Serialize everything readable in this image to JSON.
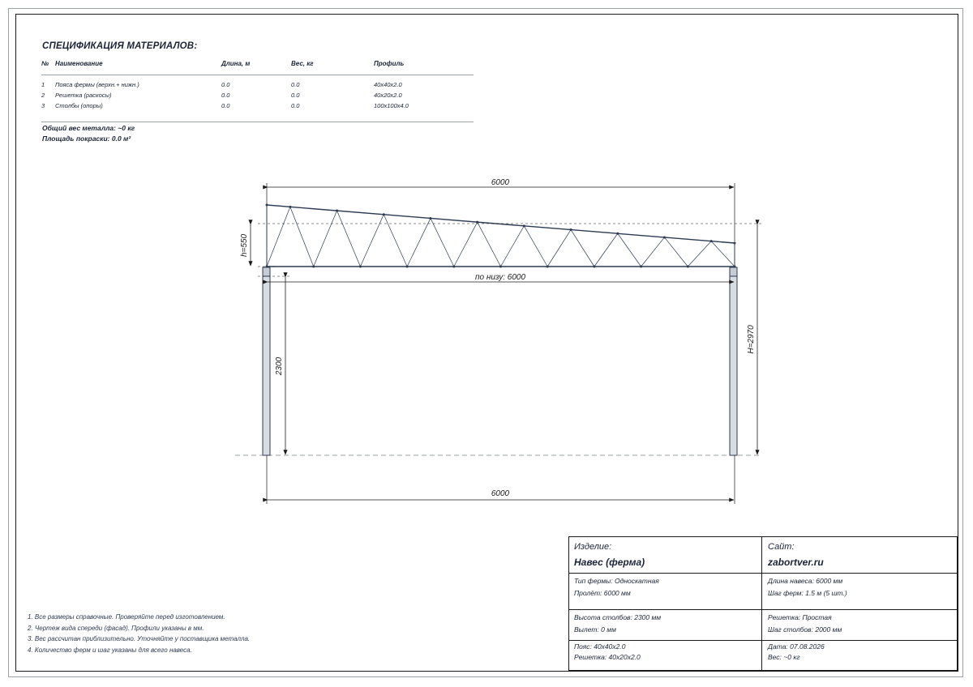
{
  "spec": {
    "title": "СПЕЦИФИКАЦИЯ МАТЕРИАЛОВ:",
    "headers": {
      "no": "№",
      "name": "Наименование",
      "length": "Длина, м",
      "weight": "Вес, кг",
      "profile": "Профиль"
    },
    "rows": [
      {
        "no": "1",
        "name": "Пояса фермы (верхн.+ нижн.)",
        "length": "0.0",
        "weight": "0.0",
        "profile": "40x40x2.0"
      },
      {
        "no": "2",
        "name": "Решетка (раскосы)",
        "length": "0.0",
        "weight": "0.0",
        "profile": "40x20x2.0"
      },
      {
        "no": "3",
        "name": "Столбы (опоры)",
        "length": "0.0",
        "weight": "0.0",
        "profile": "100x100x4.0"
      }
    ],
    "total_weight": "Общий вес металла: ~0 кг",
    "paint_area": "Площадь покраски: 0.0 м²"
  },
  "drawing": {
    "dim_top": "6000",
    "dim_h": "h=550",
    "dim_bottom_chord": "по низу: 6000",
    "dim_post": "2300",
    "dim_total_height": "H=2970",
    "dim_bottom": "6000",
    "truss_panels": 10,
    "line_color": "#2c3a52"
  },
  "notes": [
    "1. Все размеры справочные. Проверяйте перед изготовлением.",
    "2. Чертеж вида спереди (фасад). Профили указаны в мм.",
    "3. Вес рассчитан приблизительно. Уточняйте у поставщика металла.",
    "4. Количество ферм и шаг указаны для всего навеса."
  ],
  "title_block": {
    "product_label": "Изделие:",
    "product": "Навес (ферма)",
    "site_label": "Сайт:",
    "site": "zabortver.ru",
    "truss_type": "Тип фермы: Односкатная",
    "span": "Пролёт: 6000 мм",
    "canopy_length": "Длина навеса: 6000 мм",
    "truss_step": "Шаг ферм: 1.5 м (5 шт.)",
    "post_height": "Высота столбов: 2300 мм",
    "overhang": "Вылет: 0 мм",
    "lattice": "Решетка: Простая",
    "post_step": "Шаг столбов: 2000 мм",
    "chord": "Пояс: 40x40x2.0",
    "lattice_profile": "Решетка: 40x20x2.0",
    "date": "Дата: 07.08.2026",
    "weight": "Вес: ~0 кг"
  }
}
